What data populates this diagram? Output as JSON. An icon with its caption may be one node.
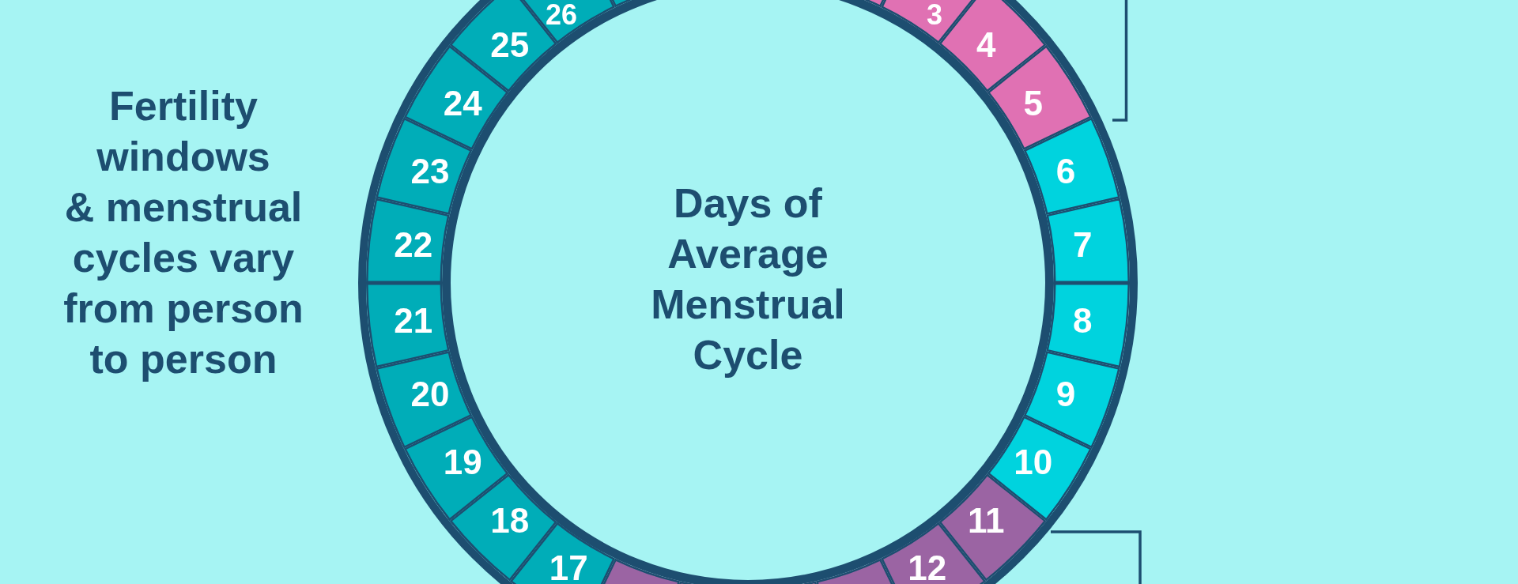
{
  "diagram": {
    "nodes": [
      {
        "text": [
          "Days of Average Menstrual Cycle"
        ]
      },
      {
        "text": [],
        "shape": "segment"
      },
      {
        "text": [
          "3"
        ]
      },
      {
        "text": [
          "4"
        ]
      },
      {
        "text": [
          "5"
        ]
      },
      {
        "text": [
          "6"
        ]
      },
      {
        "text": [
          "7"
        ]
      },
      {
        "text": [
          "8"
        ]
      },
      {
        "text": [
          "9"
        ]
      },
      {
        "text": [
          "10"
        ]
      },
      {
        "text": [
          "11"
        ]
      },
      {
        "text": [
          "12"
        ]
      },
      {
        "text": [],
        "shape": "segment"
      },
      {
        "text": [],
        "shape": "segment"
      },
      {
        "text": [],
        "shape": "segment"
      },
      {
        "text": [],
        "shape": "segment"
      },
      {
        "text": [
          "17"
        ]
      },
      {
        "text": [
          "18"
        ]
      },
      {
        "text": [
          "19"
        ]
      },
      {
        "text": [
          "20"
        ]
      },
      {
        "text": [
          "21"
        ]
      },
      {
        "text": [
          "22"
        ]
      },
      {
        "text": [
          "23"
        ]
      },
      {
        "text": [
          "24"
        ]
      },
      {
        "text": [
          "25"
        ]
      },
      {
        "text": [
          "26"
        ]
      },
      {
        "text": [],
        "shape": "segment"
      }
    ],
    "labels": [
      "Fertility windows & menstrual cycles vary from person to person"
    ]
  }
}
